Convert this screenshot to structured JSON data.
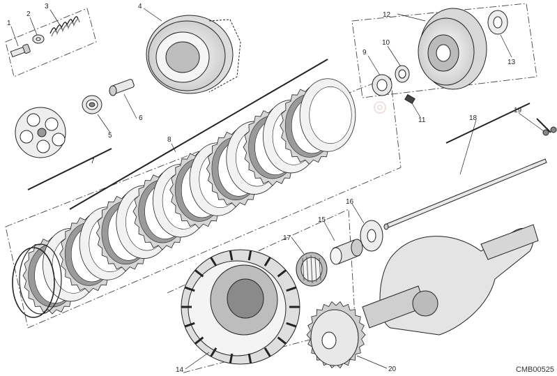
{
  "diagram": {
    "drawing_code": "CMB00525",
    "callouts": [
      "1",
      "2",
      "3",
      "4",
      "5",
      "6",
      "7",
      "8",
      "9",
      "10",
      "11",
      "12",
      "13",
      "14",
      "15",
      "16",
      "17",
      "18",
      "19",
      "20"
    ],
    "colors": {
      "ink": "#222222",
      "metal": "#e8e8e8",
      "dark_metal": "#6d6d6d",
      "watermark": "#f3e6e6"
    }
  }
}
